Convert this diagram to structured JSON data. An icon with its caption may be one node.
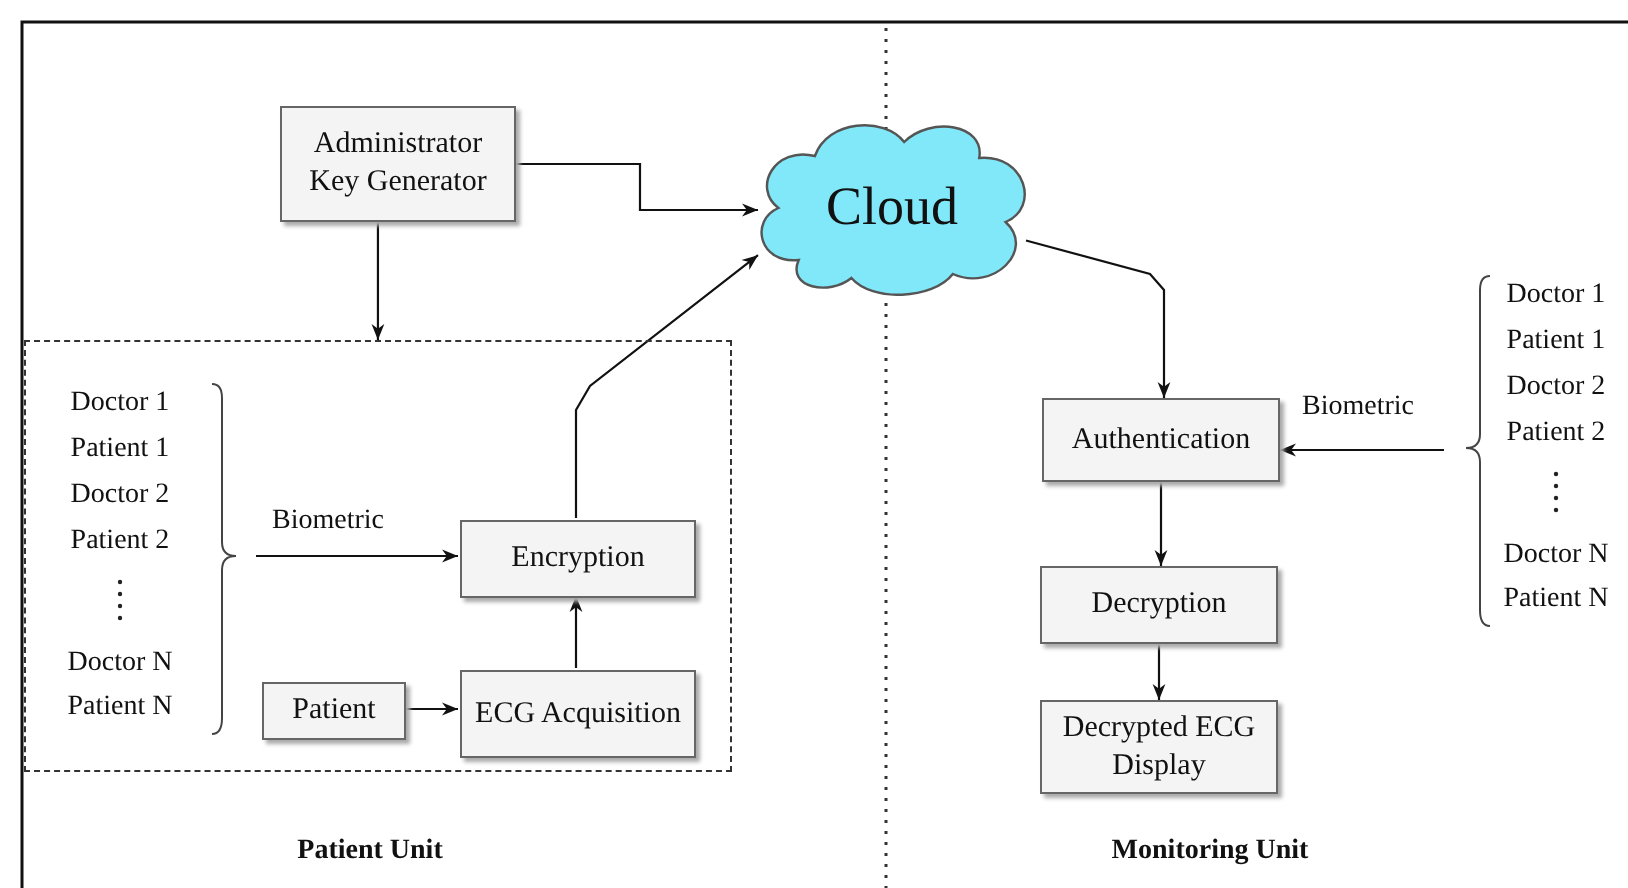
{
  "diagram": {
    "nodes": [
      {
        "text": [
          "Administrator Key Generator"
        ]
      },
      {
        "text": [
          "Cloud"
        ]
      },
      {
        "text": [],
        "shape": "box"
      },
      {
        "text": [
          "Doctor 1",
          "Patient 1",
          "Doctor 2",
          "Patient 2",
          "Doctor N",
          "Patient N"
        ],
        "in": 2
      },
      {
        "text": [
          "Encryption"
        ],
        "in": 2
      },
      {
        "text": [
          "Patient"
        ],
        "in": 2
      },
      {
        "text": [
          "ECG Acquisition"
        ],
        "in": 2
      },
      {
        "text": [
          "Authentication"
        ]
      },
      {
        "text": [
          "Decryption"
        ]
      },
      {
        "text": [
          "Decrypted ECG Display"
        ]
      },
      {
        "text": [
          "Doctor 1",
          "Patient 1",
          "Doctor 2",
          "Patient 2",
          "Doctor N",
          "Patient N"
        ]
      }
    ],
    "edges": [
      {
        "from": 0,
        "to": 1,
        "arrow": "to"
      },
      {
        "from": 0,
        "to": 2,
        "arrow": "to"
      },
      {
        "from": 3,
        "to": 4,
        "label": "Biometric",
        "arrow": "to"
      },
      {
        "from": 5,
        "to": 6,
        "arrow": "to"
      },
      {
        "from": 6,
        "to": 4,
        "arrow": "to"
      },
      {
        "from": 4,
        "to": 1,
        "arrow": "to"
      },
      {
        "from": 1,
        "to": 7,
        "arrow": "to"
      },
      {
        "from": 10,
        "to": 7,
        "label": "Biometric",
        "arrow": "to"
      },
      {
        "from": 7,
        "to": 8,
        "arrow": "to"
      },
      {
        "from": 8,
        "to": 9,
        "arrow": "to"
      }
    ],
    "labels": [
      "Patient Unit",
      "Monitoring Unit"
    ]
  }
}
